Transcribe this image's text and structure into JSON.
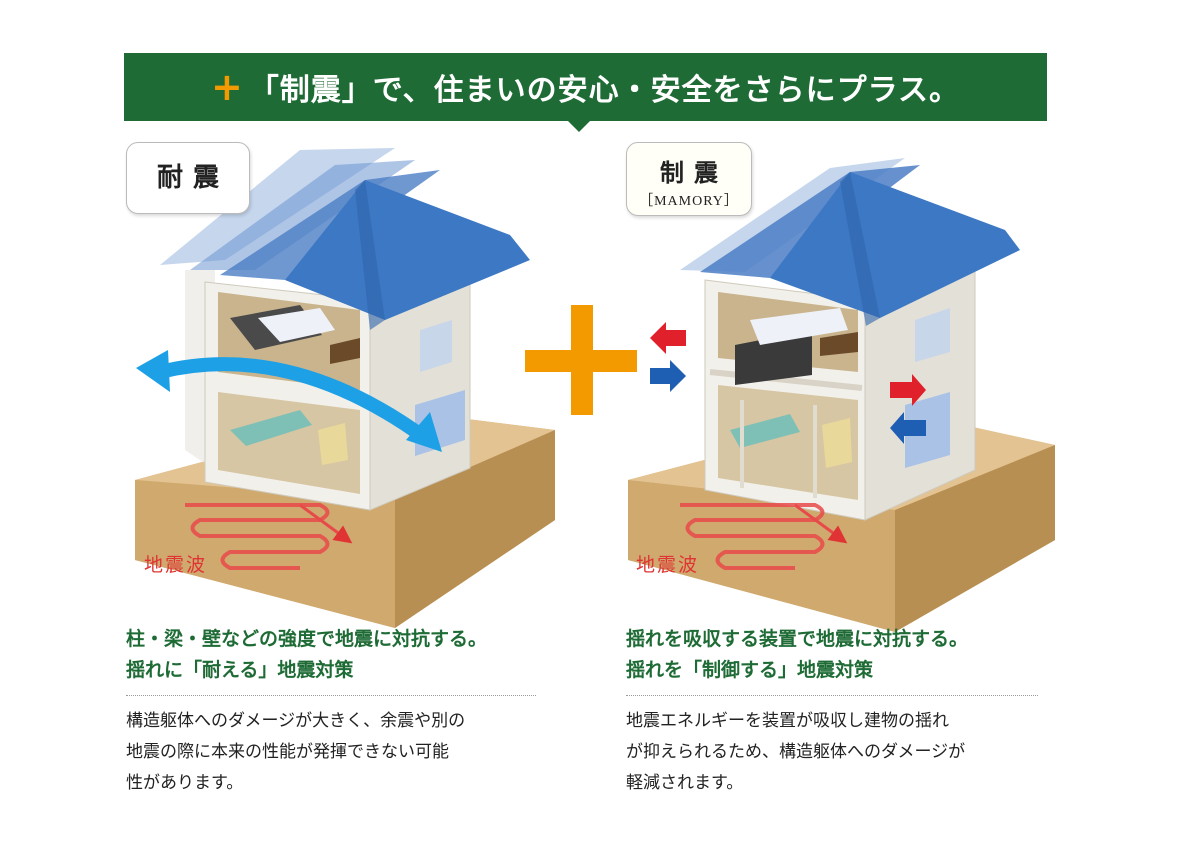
{
  "banner": {
    "plus_symbol": "+",
    "text": "「制震」で、住まいの安心・安全をさらにプラス。"
  },
  "left": {
    "label": "耐震",
    "wave_label": "地震波",
    "heading_lines": [
      "柱・梁・壁などの強度で地震に対抗する。",
      "揺れに「耐える」地震対策"
    ],
    "body_lines": [
      "構造躯体へのダメージが大きく、余震や別の",
      "地震の際に本来の性能が発揮できない可能",
      "性があります。"
    ]
  },
  "right": {
    "label": "制震",
    "sublabel": "［MAMORY］",
    "wave_label": "地震波",
    "heading_lines": [
      "揺れを吸収する装置で地震に対抗する。",
      "揺れを「制御する」地震対策"
    ],
    "body_lines": [
      "地震エネルギーを装置が吸収し建物の揺れ",
      "が抑えられるため、構造躯体へのダメージが",
      "軽減されます。"
    ]
  },
  "colors": {
    "banner_green": "#1e6b35",
    "plus_orange": "#f39a00",
    "roof_blue": "#3d78c4",
    "sway_arrow": "#1ea0e6",
    "wave_red": "#e03434",
    "ground": "#cba468",
    "damper_red": "#e0202a",
    "damper_blue": "#1e5fb4"
  }
}
